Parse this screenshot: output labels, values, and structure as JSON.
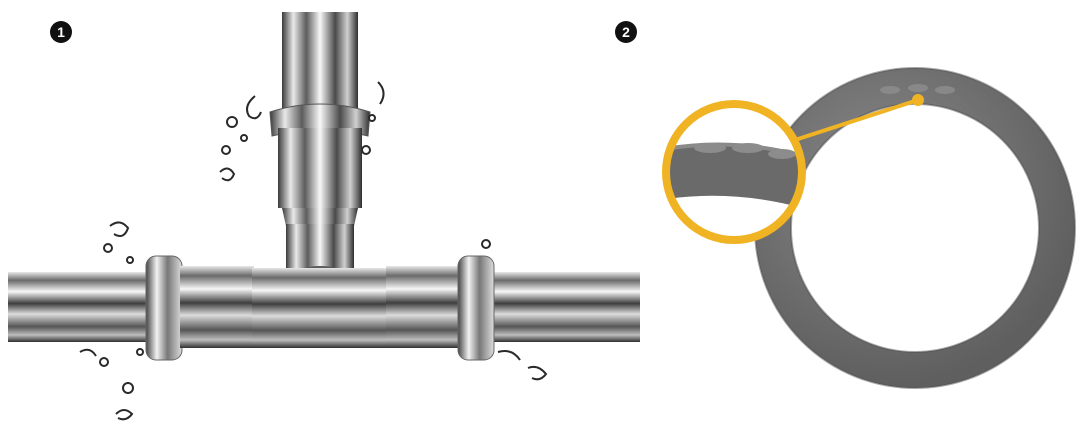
{
  "figure": {
    "panels": [
      {
        "marker": "1",
        "image": "chrome-pipe-tee-fitting-with-water-droplets"
      },
      {
        "marker": "2",
        "image": "grey-o-ring-seal-with-magnified-detail"
      }
    ],
    "colors": {
      "badge": "#111111",
      "highlight_ring": "#f0b323",
      "o_ring": "#6e6e6e",
      "chrome_dark": "#5a5a5a",
      "chrome_light": "#f4f4f4"
    }
  }
}
